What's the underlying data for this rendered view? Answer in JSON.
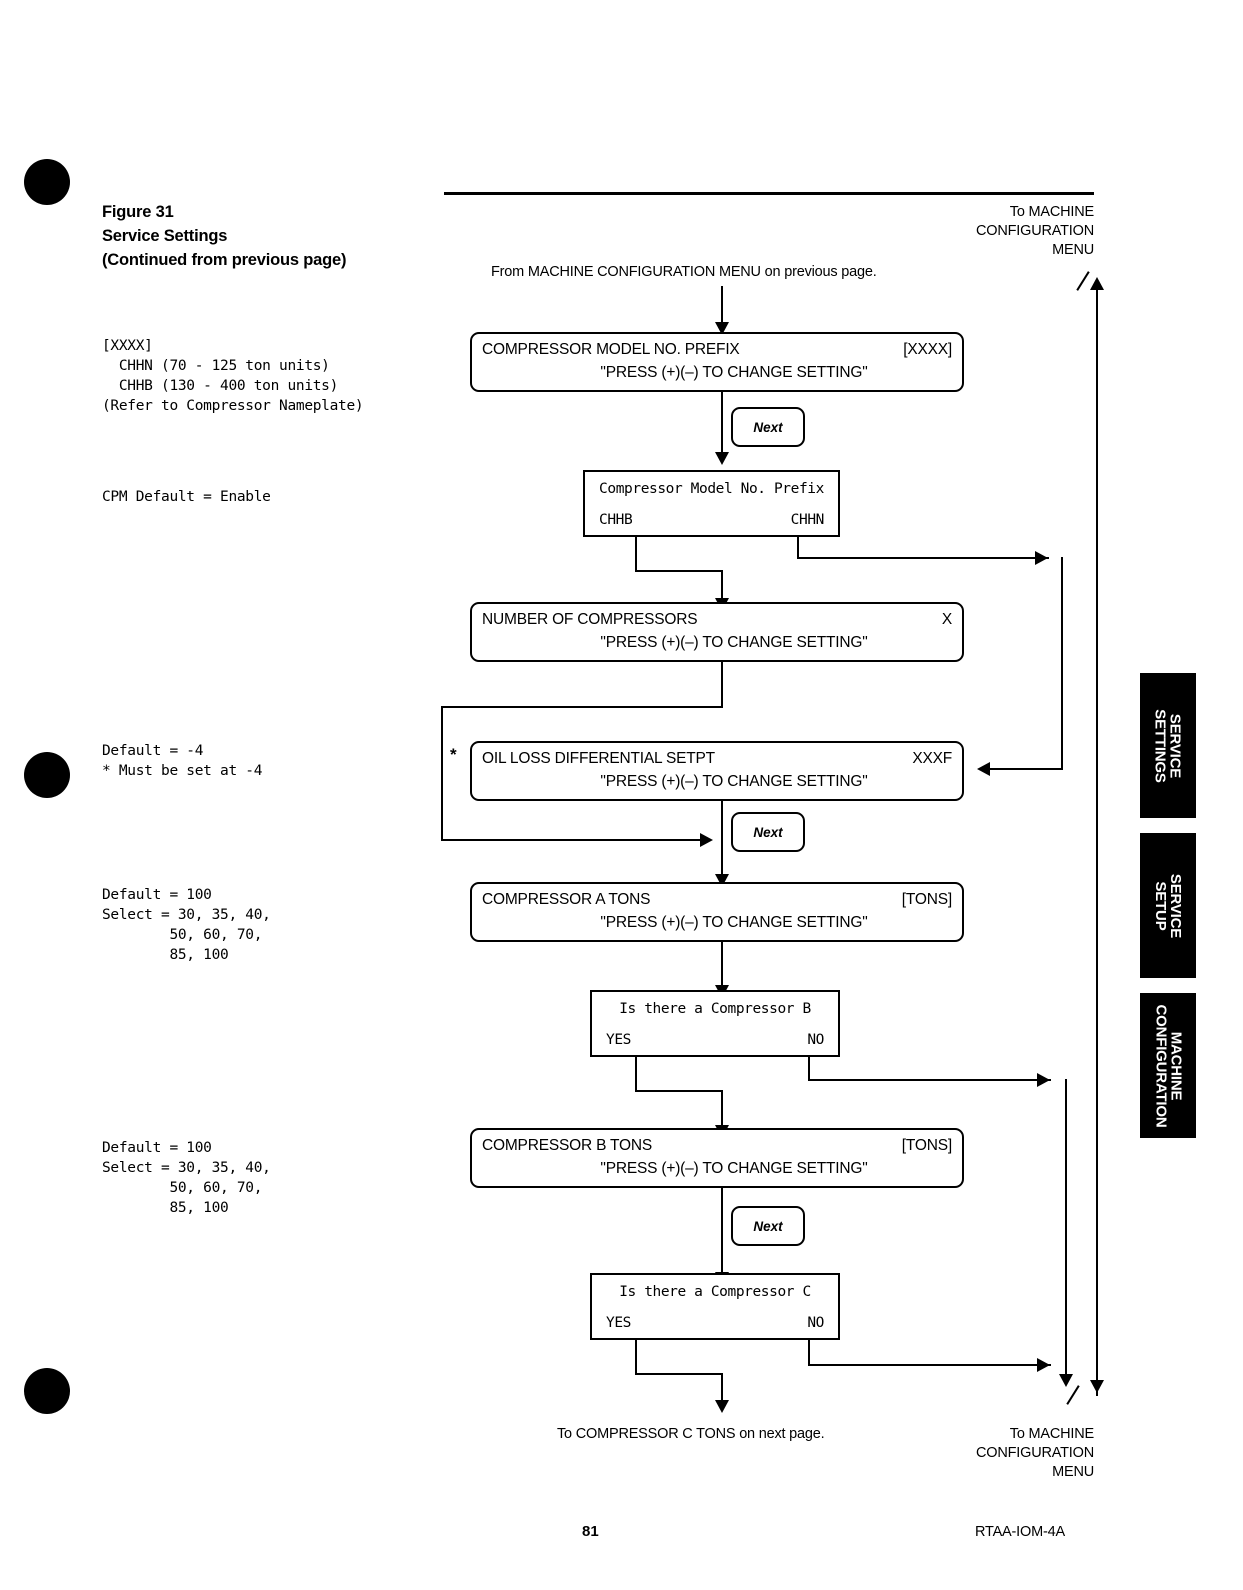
{
  "figure": {
    "heading_lines": [
      "Figure 31",
      "Service Settings",
      "(Continued from previous page)"
    ]
  },
  "margin_notes": {
    "model_prefix": "[XXXX]\n  CHHN (70 - 125 ton units)\n  CHHB (130 - 400 ton units)\n(Refer to Compressor Nameplate)",
    "cpm_default": "CPM Default = Enable",
    "oil_loss": "Default = -4\n* Must be set at -4",
    "comp_a_tons": "Default = 100\nSelect = 30, 35, 40,\n        50, 60, 70,\n        85, 100",
    "comp_b_tons": "Default = 100\nSelect = 30, 35, 40,\n        50, 60, 70,\n        85, 100"
  },
  "flow": {
    "entry_caption": "From MACHINE CONFIGURATION MENU on previous page.",
    "top_exit_caption": "To MACHINE\nCONFIGURATION\nMENU",
    "bottom_exit_caption": "To MACHINE\nCONFIGURATION\nMENU",
    "next_page_caption": "To COMPRESSOR C TONS on next page.",
    "prompt": "\"PRESS (+)(–) TO CHANGE SETTING\"",
    "asterisk": "*",
    "next_label": "Next",
    "boxes": [
      {
        "title": "COMPRESSOR MODEL NO. PREFIX",
        "value": "[XXXX]"
      },
      {
        "title": "NUMBER OF COMPRESSORS",
        "value": "X"
      },
      {
        "title": "OIL LOSS DIFFERENTIAL SETPT",
        "value": "XXXF"
      },
      {
        "title": "COMPRESSOR A TONS",
        "value": "[TONS]"
      },
      {
        "title": "COMPRESSOR B TONS",
        "value": "[TONS]"
      }
    ],
    "decisions": [
      {
        "title": "Compressor Model No. Prefix",
        "left": "CHHB",
        "right": "CHHN"
      },
      {
        "title": "Is there a Compressor B",
        "left": "YES",
        "right": "NO"
      },
      {
        "title": "Is there a Compressor C",
        "left": "YES",
        "right": "NO"
      }
    ]
  },
  "thumb_tabs": [
    {
      "line1": "SERVICE",
      "line2": "SETTINGS"
    },
    {
      "line1": "SERVICE",
      "line2": "SETUP"
    },
    {
      "line1": "MACHINE",
      "line2": "CONFIGURATION"
    }
  ],
  "footer": {
    "page_number": "81",
    "doc_code": "RTAA-IOM-4A"
  },
  "colors": {
    "ink": "#000000",
    "paper": "#ffffff",
    "tab_background": "#000000",
    "tab_text": "#ffffff"
  }
}
